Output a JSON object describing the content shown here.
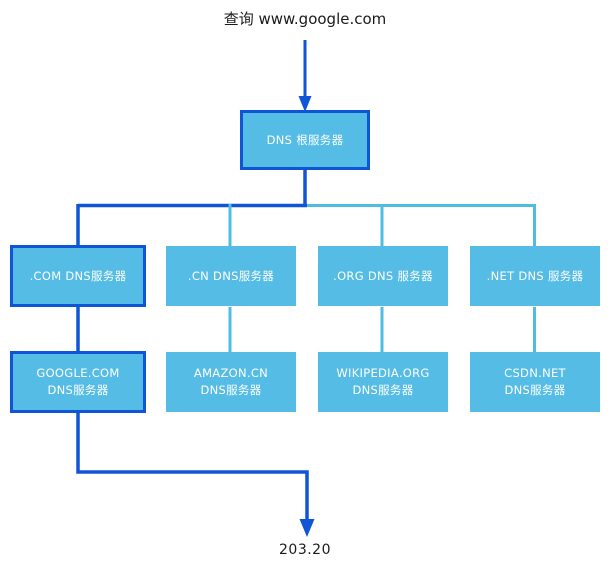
{
  "diagram": {
    "title_text": "查询 www.google.com",
    "result_text": "203.20",
    "colors": {
      "node_fill": "#55bce5",
      "active_border": "#1055d6",
      "active_path": "#1055d6",
      "idle_path": "#4fbce2",
      "background": "#ffffff",
      "node_text": "#ffffff",
      "caption_text": "#1a1a1a"
    },
    "root": {
      "label": "DNS 根服务器",
      "highlighted": true
    },
    "tld_level": [
      {
        "label": ".COM DNS服务器",
        "highlighted": true
      },
      {
        "label": ".CN DNS服务器",
        "highlighted": false
      },
      {
        "label": ".ORG DNS 服务器",
        "highlighted": false
      },
      {
        "label": ".NET DNS 服务器",
        "highlighted": false
      }
    ],
    "domain_level": [
      {
        "line1": "GOOGLE.COM",
        "line2": "DNS服务器",
        "highlighted": true
      },
      {
        "line1": "AMAZON.CN",
        "line2": "DNS服务器",
        "highlighted": false
      },
      {
        "line1": "WIKIPEDIA.ORG",
        "line2": "DNS服务器",
        "highlighted": false
      },
      {
        "line1": "CSDN.NET",
        "line2": "DNS服务器",
        "highlighted": false
      }
    ]
  }
}
